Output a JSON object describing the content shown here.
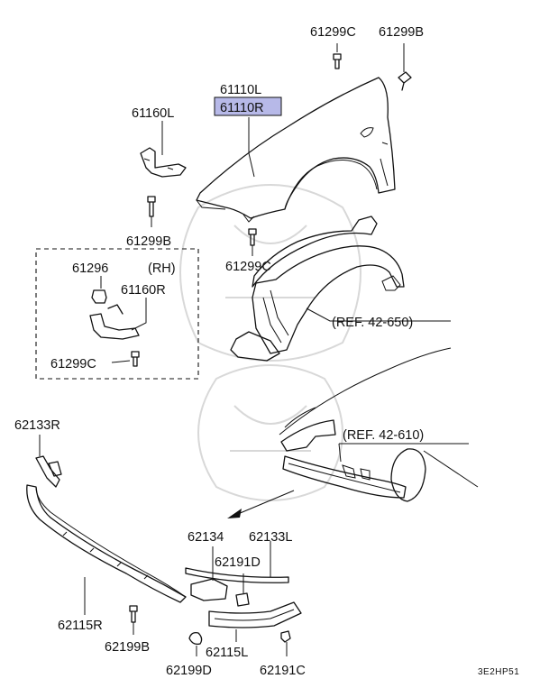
{
  "diagram": {
    "labels": {
      "l61299c_top": "61299C",
      "l61299b_top": "61299B",
      "l61110l": "61110L",
      "l61110r": "61110R",
      "l61160l": "61160L",
      "l61299b_mid": "61299B",
      "l61299c_mid": "61299C",
      "l61296": "61296",
      "lrh": "(RH)",
      "l61160r": "61160R",
      "l61299c_box": "61299C",
      "lref650": "(REF. 42-650)",
      "lref610": "(REF. 42-610)",
      "l62133r": "62133R",
      "l62134": "62134",
      "l62133l": "62133L",
      "l62191d": "62191D",
      "l62115r": "62115R",
      "l62199b": "62199B",
      "l62115l": "62115L",
      "l62199d": "62199D",
      "l62191c": "62191C",
      "lcode": "3E2HP51"
    },
    "highlight_color": "#b7b9e8"
  }
}
